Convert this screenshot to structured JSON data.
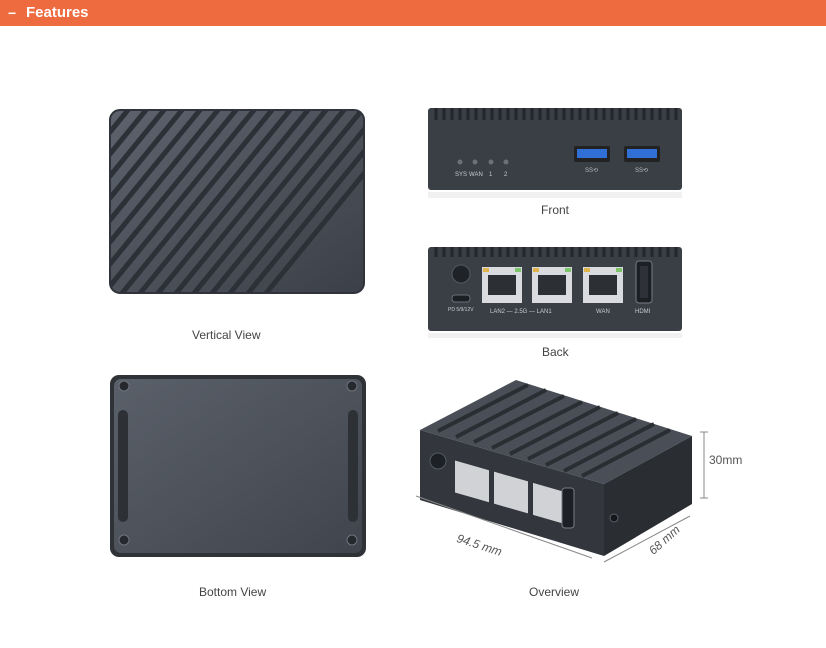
{
  "header": {
    "icon": "minus-icon",
    "title": "Features",
    "color": "#ee6a3f"
  },
  "views": {
    "vertical": "Vertical View",
    "front": "Front",
    "back": "Back",
    "bottom": "Bottom View",
    "overview": "Overview"
  },
  "front_panel": {
    "led_labels": [
      "SYS",
      "WAN",
      "1",
      "2"
    ],
    "usb_label": "SS⟲"
  },
  "back_panel": {
    "lan_label": "LAN2 — 2.5G — LAN1",
    "wan_label": "WAN",
    "hdmi_label": "HDMI",
    "power_label": "PD 5/9/12V"
  },
  "dimensions": {
    "height": "30mm",
    "width": "94.5 mm",
    "depth": "68 mm"
  }
}
